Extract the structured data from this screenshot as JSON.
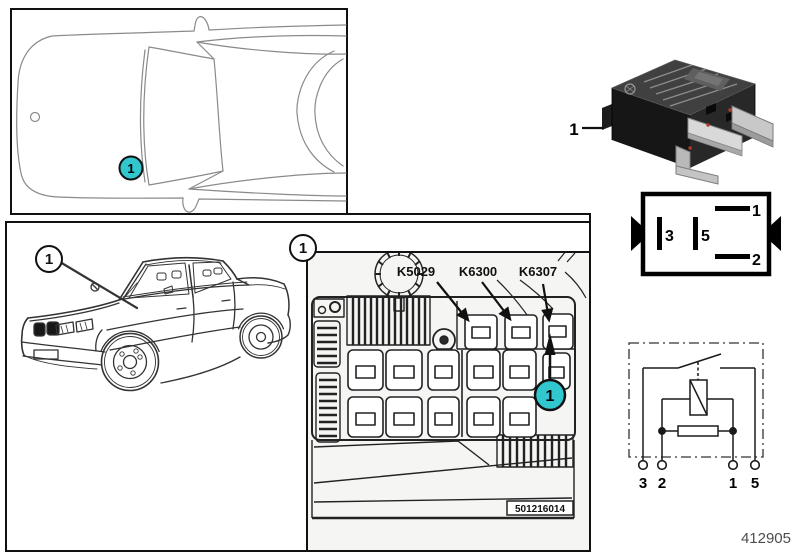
{
  "page": {
    "footer_number": "412905"
  },
  "colors": {
    "accent": "#31c7cf"
  },
  "badges": {
    "top_view": "1",
    "side_view": "1",
    "detail_corner": "1",
    "detail_pointer": "1",
    "relay_callout": "1"
  },
  "fusebox": {
    "relay_labels": [
      "K5029",
      "K6300",
      "K6307"
    ],
    "drawing_number": "501216014"
  },
  "pin_diagram": {
    "pin_1": "1",
    "pin_2": "2",
    "pin_3": "3",
    "pin_5": "5"
  },
  "schematic": {
    "terminals": [
      "3",
      "2",
      "1",
      "5"
    ]
  }
}
